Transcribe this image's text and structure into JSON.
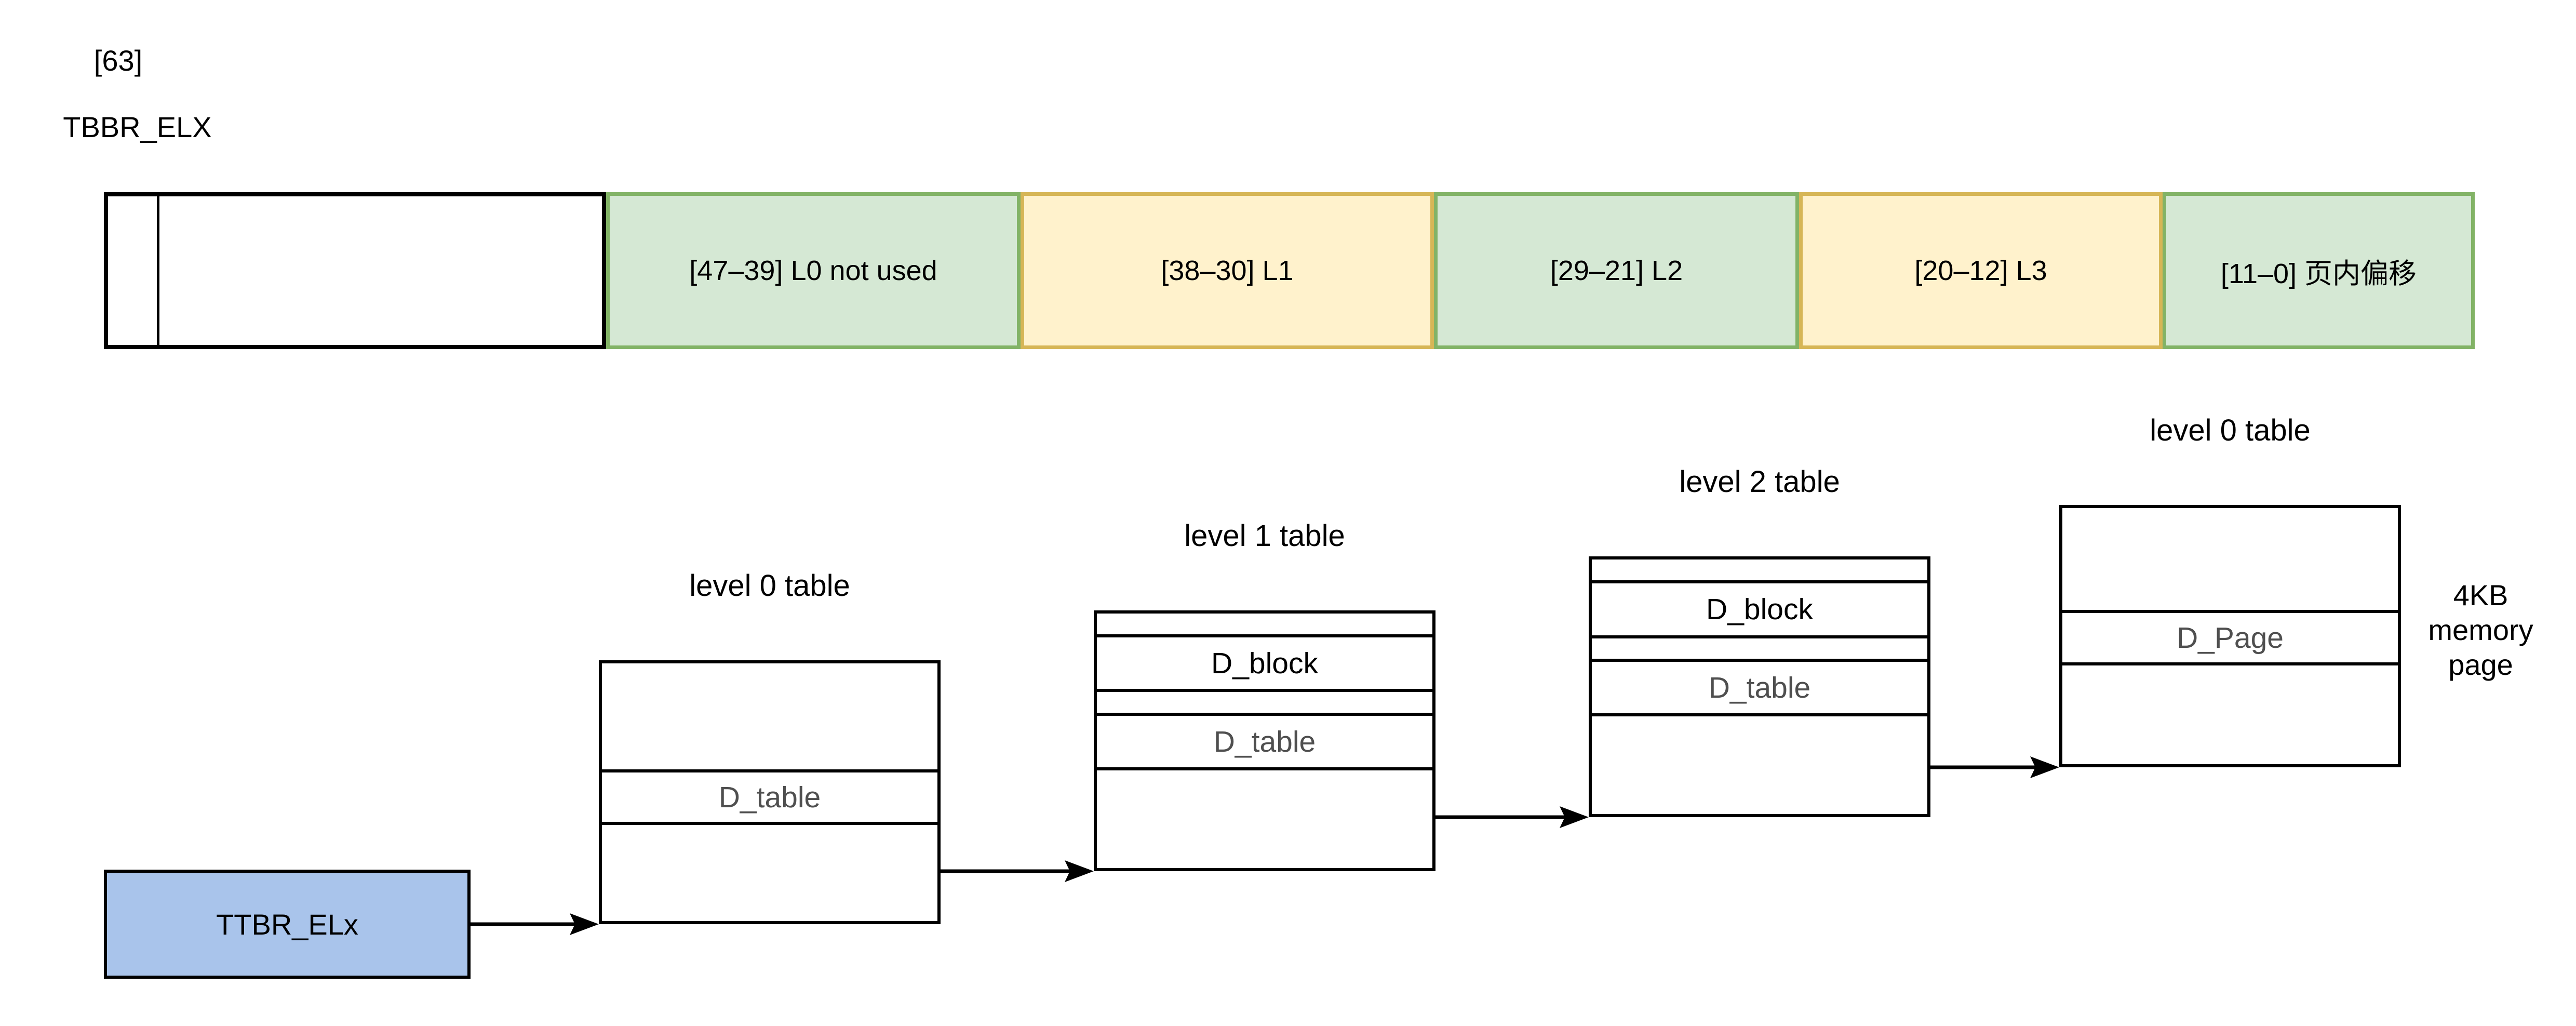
{
  "register": {
    "bit_label": "[63]",
    "name": "TBBR_ELX"
  },
  "bit_bar": {
    "segments": [
      {
        "id": "bit-63",
        "label": "",
        "color": "white"
      },
      {
        "id": "upper-unused",
        "label": "",
        "color": "white"
      },
      {
        "id": "l0-index",
        "label": "[47–39] L0 not used",
        "color": "green"
      },
      {
        "id": "l1-index",
        "label": "[38–30] L1",
        "color": "yellow"
      },
      {
        "id": "l2-index",
        "label": "[29–21] L2",
        "color": "green"
      },
      {
        "id": "l3-index",
        "label": "[20–12] L3",
        "color": "yellow"
      },
      {
        "id": "page-offset",
        "label": "[11–0] 页内偏移",
        "color": "green"
      }
    ]
  },
  "walk": {
    "ttbr_label": "TTBR_ELx",
    "tables": [
      {
        "title": "level 0 table",
        "rows": [
          "",
          "D_table",
          ""
        ]
      },
      {
        "title": "level 1 table",
        "rows": [
          "",
          "D_block",
          "",
          "D_table",
          ""
        ]
      },
      {
        "title": "level 2 table",
        "rows": [
          "",
          "D_block",
          "",
          "D_table",
          ""
        ]
      },
      {
        "title": "level 0 table",
        "rows": [
          "",
          "D_Page",
          ""
        ]
      }
    ],
    "memory_note_lines": [
      "4KB",
      "memory",
      "page"
    ]
  },
  "colors": {
    "green_fill": "#d5e8d4",
    "green_border": "#82b366",
    "yellow_fill": "#fff2cc",
    "yellow_border": "#d6b656",
    "blue_fill": "#a9c4eb",
    "gray_text": "#4f4f4f",
    "line": "#000000",
    "bg": "#ffffff"
  }
}
